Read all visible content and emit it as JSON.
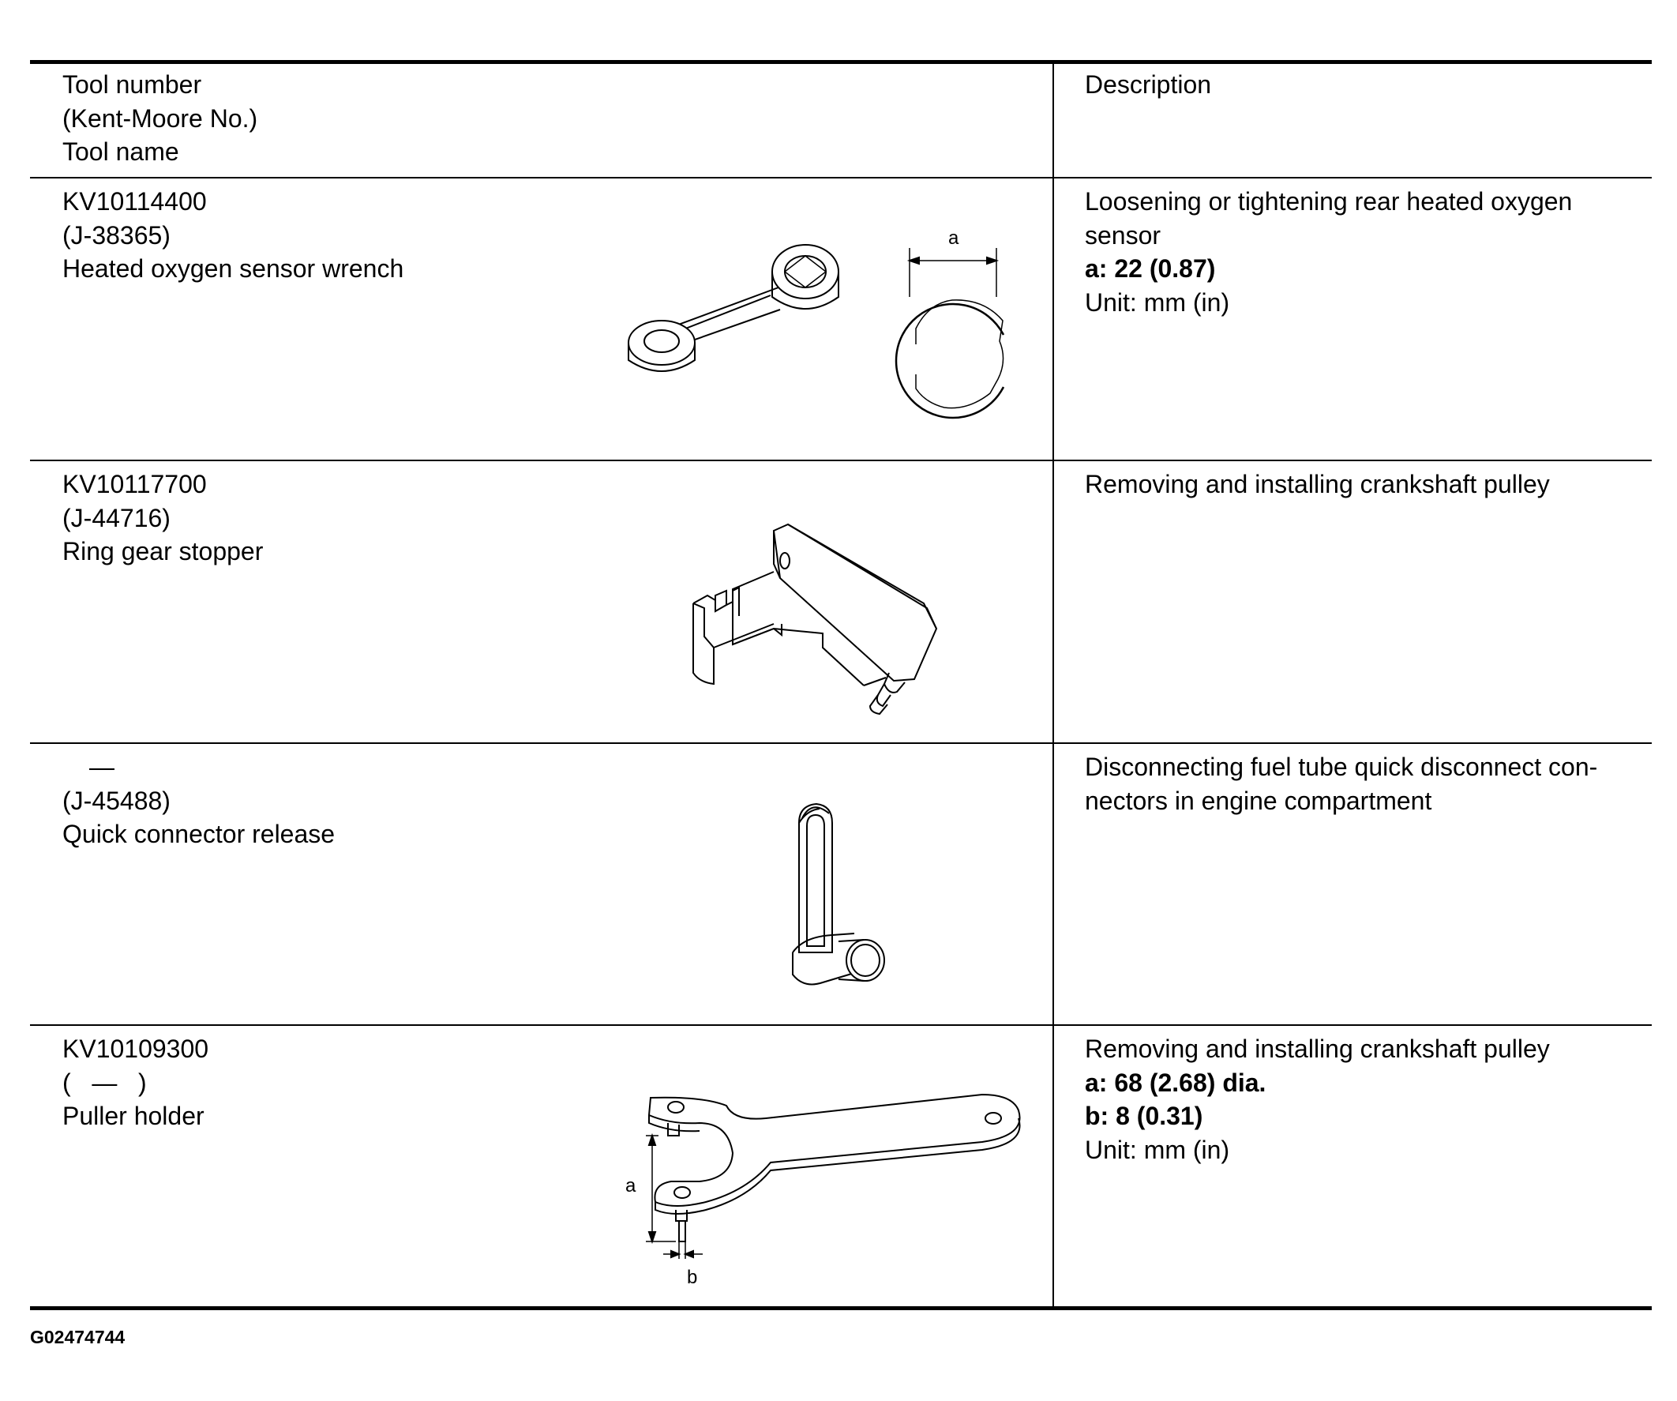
{
  "header": {
    "tool_col": [
      "Tool number",
      "(Kent-Moore No.)",
      "Tool name"
    ],
    "desc_col": "Description"
  },
  "rows": [
    {
      "tool_number": "KV10114400",
      "kent_moore": "(J-38365)",
      "tool_name": "Heated oxygen sensor wrench",
      "desc": [
        "Loosening or tightening rear heated oxygen",
        "sensor"
      ],
      "specs": [
        "a: 22 (0.87)"
      ],
      "unit": "Unit: mm (in)",
      "dim_labels": [
        "a"
      ]
    },
    {
      "tool_number": "KV10117700",
      "kent_moore": "(J-44716)",
      "tool_name": "Ring gear stopper",
      "desc": [
        "Removing and installing crankshaft pulley"
      ],
      "specs": [],
      "unit": "",
      "dim_labels": []
    },
    {
      "tool_number": "—",
      "kent_moore": "(J-45488)",
      "tool_name": "Quick connector release",
      "desc": [
        "Disconnecting fuel tube quick disconnect con-",
        "nectors in engine compartment"
      ],
      "specs": [],
      "unit": "",
      "dim_labels": []
    },
    {
      "tool_number": "KV10109300",
      "kent_moore": "(   —   )",
      "tool_name": "Puller holder",
      "desc": [
        "Removing and installing crankshaft pulley"
      ],
      "specs": [
        "a: 68 (2.68) dia.",
        "b: 8 (0.31)"
      ],
      "unit": "Unit: mm (in)",
      "dim_labels": [
        "a",
        "b"
      ]
    }
  ],
  "footer_id": "G02474744"
}
